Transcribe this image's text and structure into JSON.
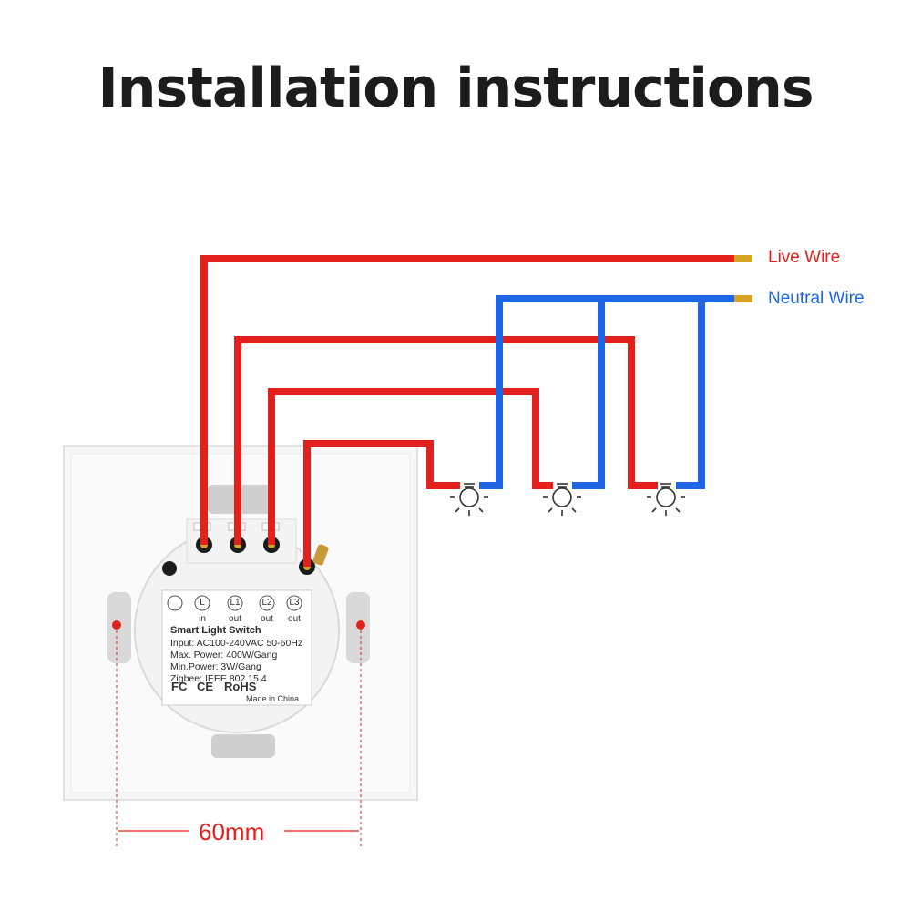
{
  "title": "Installation instructions",
  "wires": {
    "live_label": "Live Wire",
    "neutral_label": "Neutral Wire",
    "live_color": "#e3201b",
    "neutral_color": "#1e66e6"
  },
  "switch_module": {
    "terminals": [
      {
        "letter": "L",
        "sub": "in"
      },
      {
        "letter": "L1",
        "sub": "out"
      },
      {
        "letter": "L2",
        "sub": "out"
      },
      {
        "letter": "L3",
        "sub": "out"
      }
    ],
    "product_name": "Smart Light Switch",
    "specs": [
      "Input: AC100-240VAC 50-60Hz",
      "Max. Power: 400W/Gang",
      "Min.Power: 3W/Gang",
      "Zigbee: IEEE 802.15.4"
    ],
    "certifications": [
      "FC",
      "CE",
      "RoHS"
    ],
    "origin": "Made in China"
  },
  "dimension_label": "60mm",
  "lamp_icons": [
    "bulb-icon",
    "bulb-icon",
    "bulb-icon"
  ]
}
